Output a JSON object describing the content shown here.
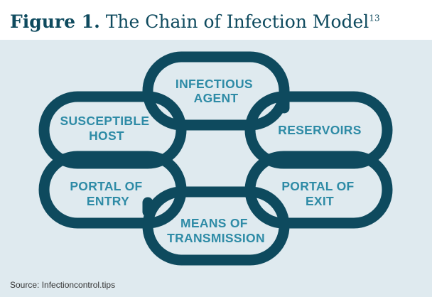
{
  "figure": {
    "title_prefix": "Figure 1.",
    "title_text": "The Chain of Infection Model",
    "title_ref": "13",
    "source": "Source: Infectioncontrol.tips"
  },
  "colors": {
    "panel_bg": "#dfeaef",
    "link_stroke": "#0e4a5e",
    "label_text": "#2e8ba6",
    "title_text": "#0e4a5e"
  },
  "links": {
    "infectious_agent": [
      "INFECTIOUS",
      "AGENT"
    ],
    "reservoirs": [
      "RESERVOIRS"
    ],
    "portal_of_exit": [
      "PORTAL OF",
      "EXIT"
    ],
    "means_of_transmission": [
      "MEANS OF",
      "TRANSMISSION"
    ],
    "portal_of_entry": [
      "PORTAL OF",
      "ENTRY"
    ],
    "susceptible_host": [
      "SUSCEPTIBLE",
      "HOST"
    ]
  }
}
